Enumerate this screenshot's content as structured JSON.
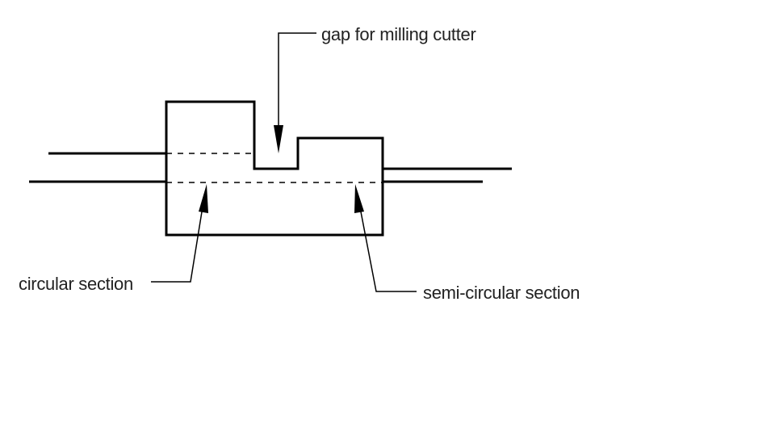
{
  "labels": {
    "gap": "gap for milling cutter",
    "circular": "circular section",
    "semicircular": "semi-circular section"
  },
  "colors": {
    "line": "#000000",
    "text": "#222222",
    "background": "#ffffff"
  }
}
